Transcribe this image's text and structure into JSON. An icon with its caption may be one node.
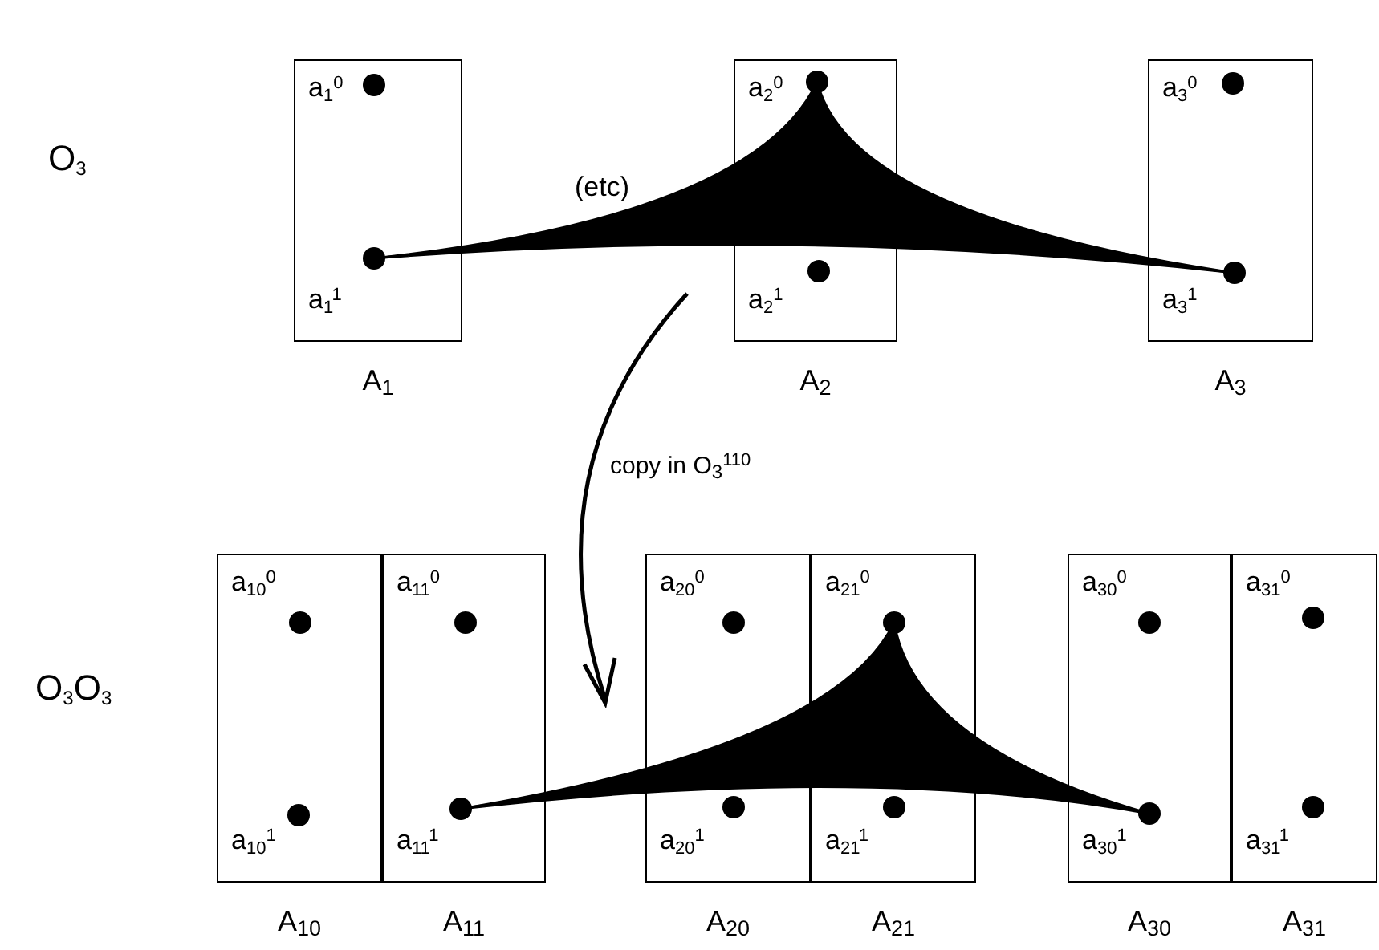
{
  "diagram": {
    "nodes": [
      {
        "text": [
          "A$_{1}$"
        ]
      },
      {
        "text": [],
        "shape": "circle",
        "in": 0,
        "beside": [
          "a$_{1}$$^{0}$"
        ]
      },
      {
        "text": [],
        "shape": "circle",
        "in": 0,
        "beside": [
          "a$_{1}$$^{1}$"
        ]
      },
      {
        "text": [
          "A$_{2}$"
        ]
      },
      {
        "text": [],
        "shape": "circle",
        "in": 3,
        "beside": [
          "a$_{2}$$^{0}$"
        ]
      },
      {
        "text": [],
        "shape": "circle",
        "in": 3,
        "beside": [
          "a$_{2}$$^{1}$"
        ]
      },
      {
        "text": [
          "A$_{3}$"
        ]
      },
      {
        "text": [],
        "shape": "circle",
        "in": 6,
        "beside": [
          "a$_{3}$$^{0}$"
        ]
      },
      {
        "text": [],
        "shape": "circle",
        "in": 6,
        "beside": [
          "a$_{3}$$^{1}$"
        ]
      },
      {
        "text": [
          "A$_{10}$"
        ]
      },
      {
        "text": [],
        "shape": "circle",
        "in": 9,
        "beside": [
          "a$_{10}$$^{0}$"
        ]
      },
      {
        "text": [],
        "shape": "circle",
        "in": 9,
        "beside": [
          "a$_{10}$$^{1}$"
        ]
      },
      {
        "text": [
          "A$_{11}$"
        ]
      },
      {
        "text": [],
        "shape": "circle",
        "in": 12,
        "beside": [
          "a$_{11}$$^{0}$"
        ]
      },
      {
        "text": [],
        "shape": "circle",
        "in": 12,
        "beside": [
          "a$_{11}$$^{1}$"
        ]
      },
      {
        "text": [
          "A$_{20}$"
        ]
      },
      {
        "text": [],
        "shape": "circle",
        "in": 15,
        "beside": [
          "a$_{20}$$^{0}$"
        ]
      },
      {
        "text": [],
        "shape": "circle",
        "in": 15,
        "beside": [
          "a$_{20}$$^{1}$"
        ]
      },
      {
        "text": [
          "A$_{21}$"
        ]
      },
      {
        "text": [],
        "shape": "circle",
        "in": 18,
        "beside": [
          "a$_{21}$$^{0}$"
        ]
      },
      {
        "text": [],
        "shape": "circle",
        "in": 18,
        "beside": [
          "a$_{21}$$^{1}$"
        ]
      },
      {
        "text": [
          "A$_{30}$"
        ]
      },
      {
        "text": [],
        "shape": "circle",
        "in": 21,
        "beside": [
          "a$_{30}$$^{0}$"
        ]
      },
      {
        "text": [],
        "shape": "circle",
        "in": 21,
        "beside": [
          "a$_{30}$$^{1}$"
        ]
      },
      {
        "text": [
          "A$_{31}$"
        ]
      },
      {
        "text": [],
        "shape": "circle",
        "in": 24,
        "beside": [
          "a$_{31}$$^{0}$"
        ]
      },
      {
        "text": [],
        "shape": "circle",
        "in": 24,
        "beside": [
          "a$_{31}$$^{1}$"
        ]
      }
    ],
    "edges": [
      {
        "from": 2,
        "to": 4,
        "arrow": "none",
        "style": "thick"
      },
      {
        "from": 4,
        "to": 8,
        "arrow": "none",
        "style": "thick"
      },
      {
        "from": 2,
        "to": 8,
        "arrow": "none",
        "style": "thick"
      },
      {
        "from": 14,
        "to": 19,
        "arrow": "none",
        "style": "thick"
      },
      {
        "from": 19,
        "to": 23,
        "arrow": "none",
        "style": "thick"
      },
      {
        "from": 14,
        "to": 23,
        "arrow": "none",
        "style": "thick"
      }
    ],
    "labels": [
      "O$_{3}$",
      "(etc)",
      "copy in O$_{3}$$^{110}$",
      "O$_{3}$O$_{3}$"
    ]
  }
}
